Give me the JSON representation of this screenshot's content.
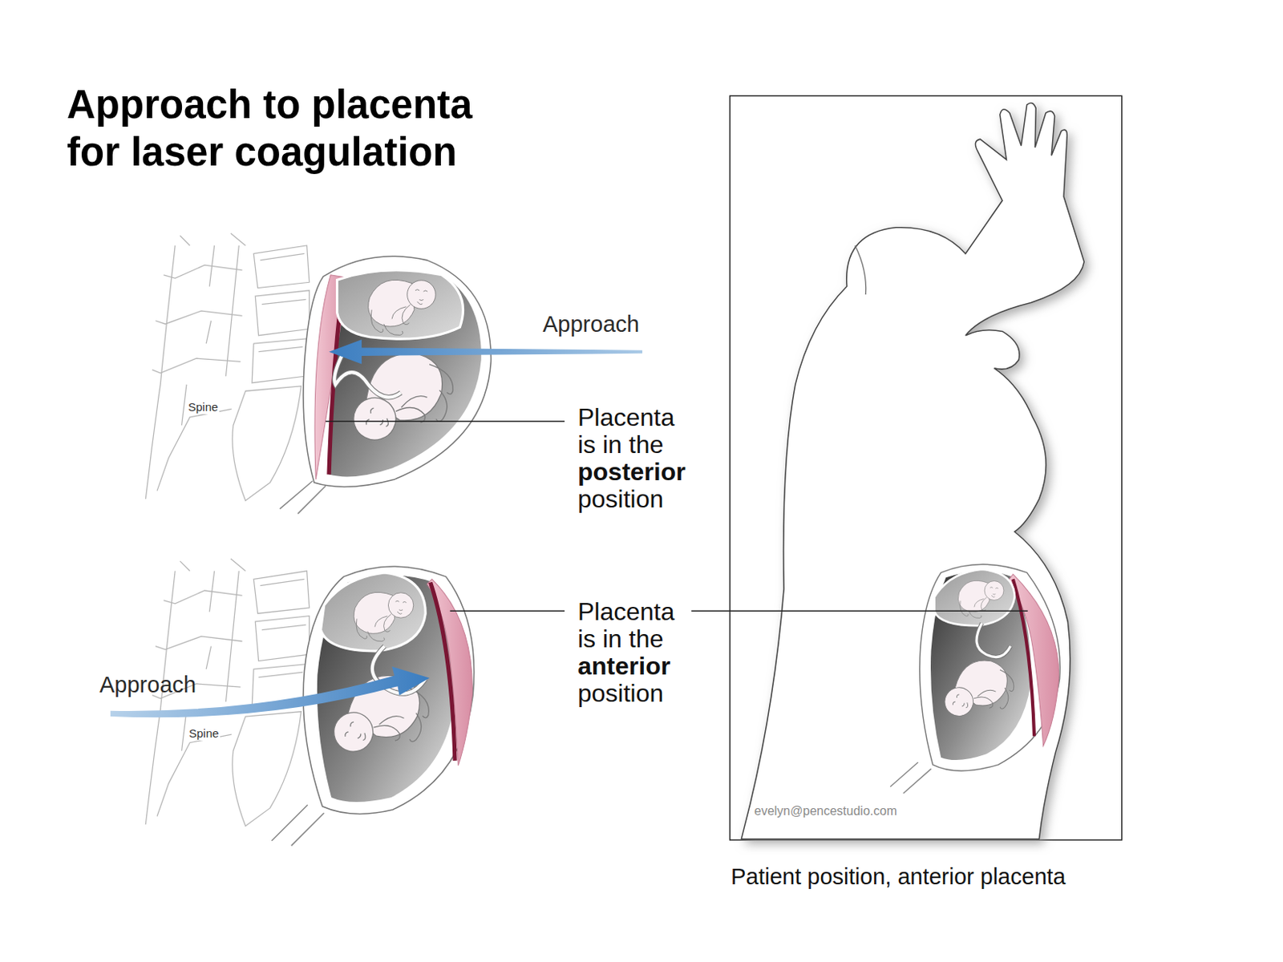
{
  "diagram": {
    "title": "Approach to placenta for laser coagulation",
    "caption": "Patient position, anterior placenta",
    "labels": [
      "Approach",
      "Spine",
      "Placenta is in the posterior position",
      "Placenta is in the anterior position",
      "Approach",
      "Spine",
      "evelyn@pencestudio.com"
    ]
  }
}
